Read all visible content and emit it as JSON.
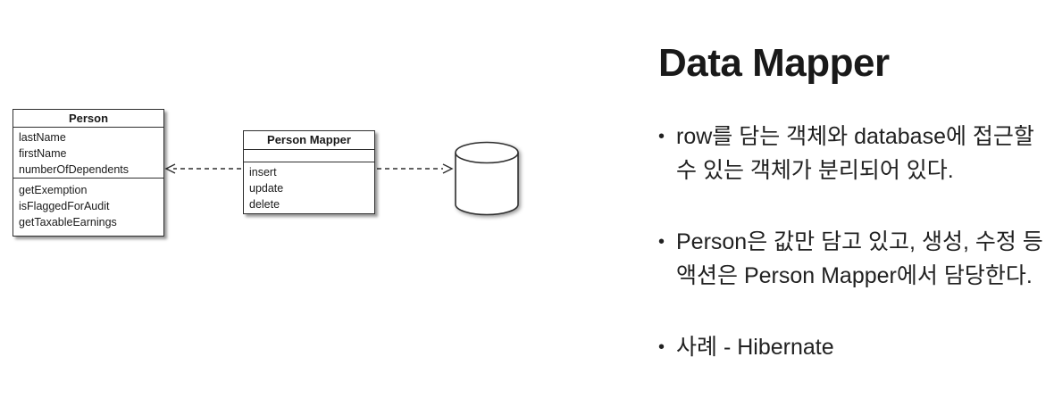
{
  "colors": {
    "background": "#ffffff",
    "text": "#1f1f1f",
    "diagram_stroke": "#2f2f2f"
  },
  "diagram": {
    "person": {
      "title": "Person",
      "attributes": [
        "lastName",
        "firstName",
        "numberOfDependents"
      ],
      "methods": [
        "getExemption",
        "isFlaggedForAudit",
        "getTaxableEarnings"
      ]
    },
    "mapper": {
      "title": "Person Mapper",
      "methods": [
        "insert",
        "update",
        "delete"
      ]
    },
    "database_icon": "database-cylinder"
  },
  "panel": {
    "title": "Data Mapper",
    "bullet_char": "•",
    "bullets": [
      {
        "lines": [
          "row를 담는 객체와 database에 접근할",
          "수 있는 객체가 분리되어 있다."
        ]
      },
      {
        "lines": [
          "Person은 값만 담고 있고, 생성, 수정 등",
          "액션은 Person Mapper에서 담당한다."
        ]
      },
      {
        "lines": [
          "사례 - Hibernate"
        ]
      }
    ]
  }
}
